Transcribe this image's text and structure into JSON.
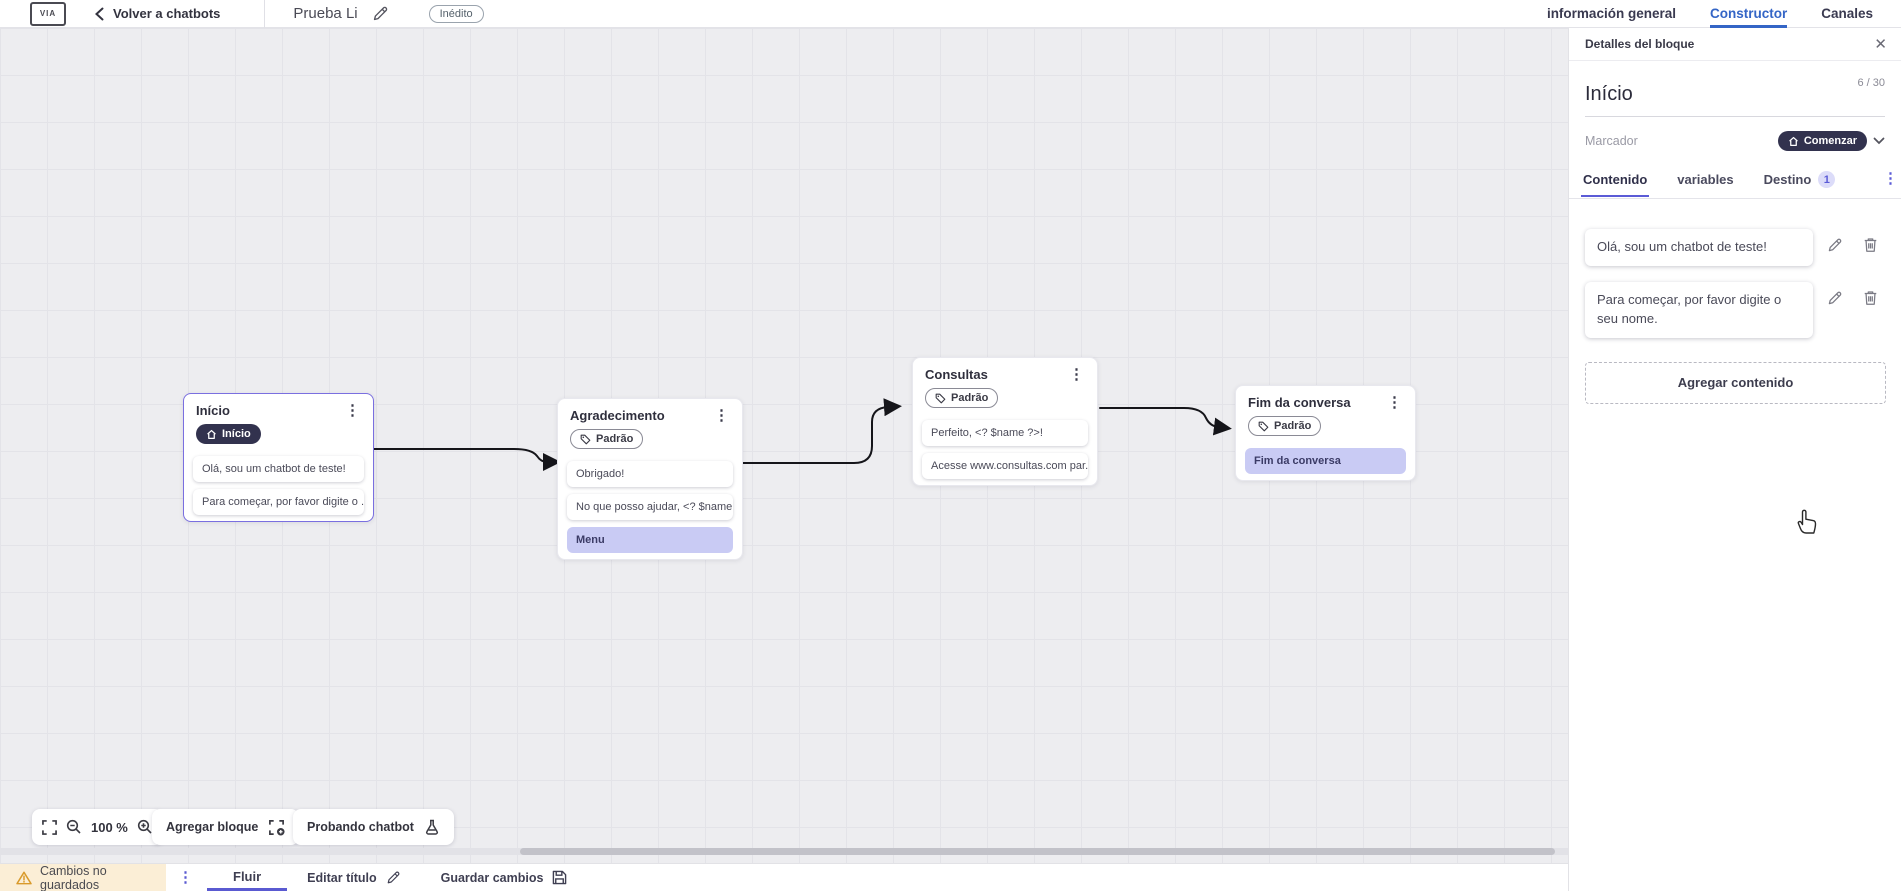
{
  "topbar": {
    "logo": "VIA",
    "back": "Volver a chatbots",
    "title": "Prueba Li",
    "badge": "Inédito",
    "nav": [
      {
        "label": "información general",
        "active": false
      },
      {
        "label": "Constructor",
        "active": true
      },
      {
        "label": "Canales",
        "active": false
      }
    ]
  },
  "panel": {
    "header": "Detalles del bloque",
    "title": "Início",
    "counter": "6 / 30",
    "marker_label": "Marcador",
    "marker_value": "Comenzar",
    "tabs": [
      {
        "label": "Contenido",
        "active": true
      },
      {
        "label": "variables",
        "active": false
      },
      {
        "label": "Destino",
        "active": false,
        "badge": "1"
      }
    ],
    "contents": [
      "Olá, sou um chatbot de teste!",
      "Para começar, por favor digite o seu nome."
    ],
    "add_content": "Agregar contenido"
  },
  "canvas": {
    "blocks": [
      {
        "title": "Início",
        "badge": "Início",
        "badge_type": "start",
        "selected": true,
        "items": [
          {
            "text": "Olá, sou um chatbot de teste!"
          },
          {
            "text": "Para começar, por favor digite o ..."
          }
        ]
      },
      {
        "title": "Agradecimento",
        "badge": "Padrão",
        "badge_type": "default",
        "selected": false,
        "items": [
          {
            "text": "Obrigado!"
          },
          {
            "text": "No que posso ajudar, <? $name ..."
          },
          {
            "text": "Menu",
            "highlight": true
          }
        ]
      },
      {
        "title": "Consultas",
        "badge": "Padrão",
        "badge_type": "default",
        "selected": false,
        "items": [
          {
            "text": "Perfeito, <? $name ?>!"
          },
          {
            "text": "Acesse www.consultas.com par..."
          }
        ]
      },
      {
        "title": "Fim da conversa",
        "badge": "Padrão",
        "badge_type": "default",
        "selected": false,
        "items": [
          {
            "text": "Fim da conversa",
            "highlight": true
          }
        ]
      }
    ],
    "zoom_level": "100 %",
    "add_block": "Agregar bloque",
    "test_chatbot": "Probando chatbot"
  },
  "bottombar": {
    "unsaved": "Cambios no guardados",
    "flow_tab": "Fluir",
    "edit_title": "Editar título",
    "save": "Guardar cambios"
  },
  "colors": {
    "accent_indigo": "#5b5bd6",
    "selection_border": "#7a6fe0",
    "dark_pill": "#32324e",
    "highlight_lavender": "#c9cbf4",
    "nav_active_blue": "#3465c6",
    "warning_bg": "#fbeed6",
    "warning_icon": "#d99a2b",
    "canvas_bg": "#ededf0"
  }
}
